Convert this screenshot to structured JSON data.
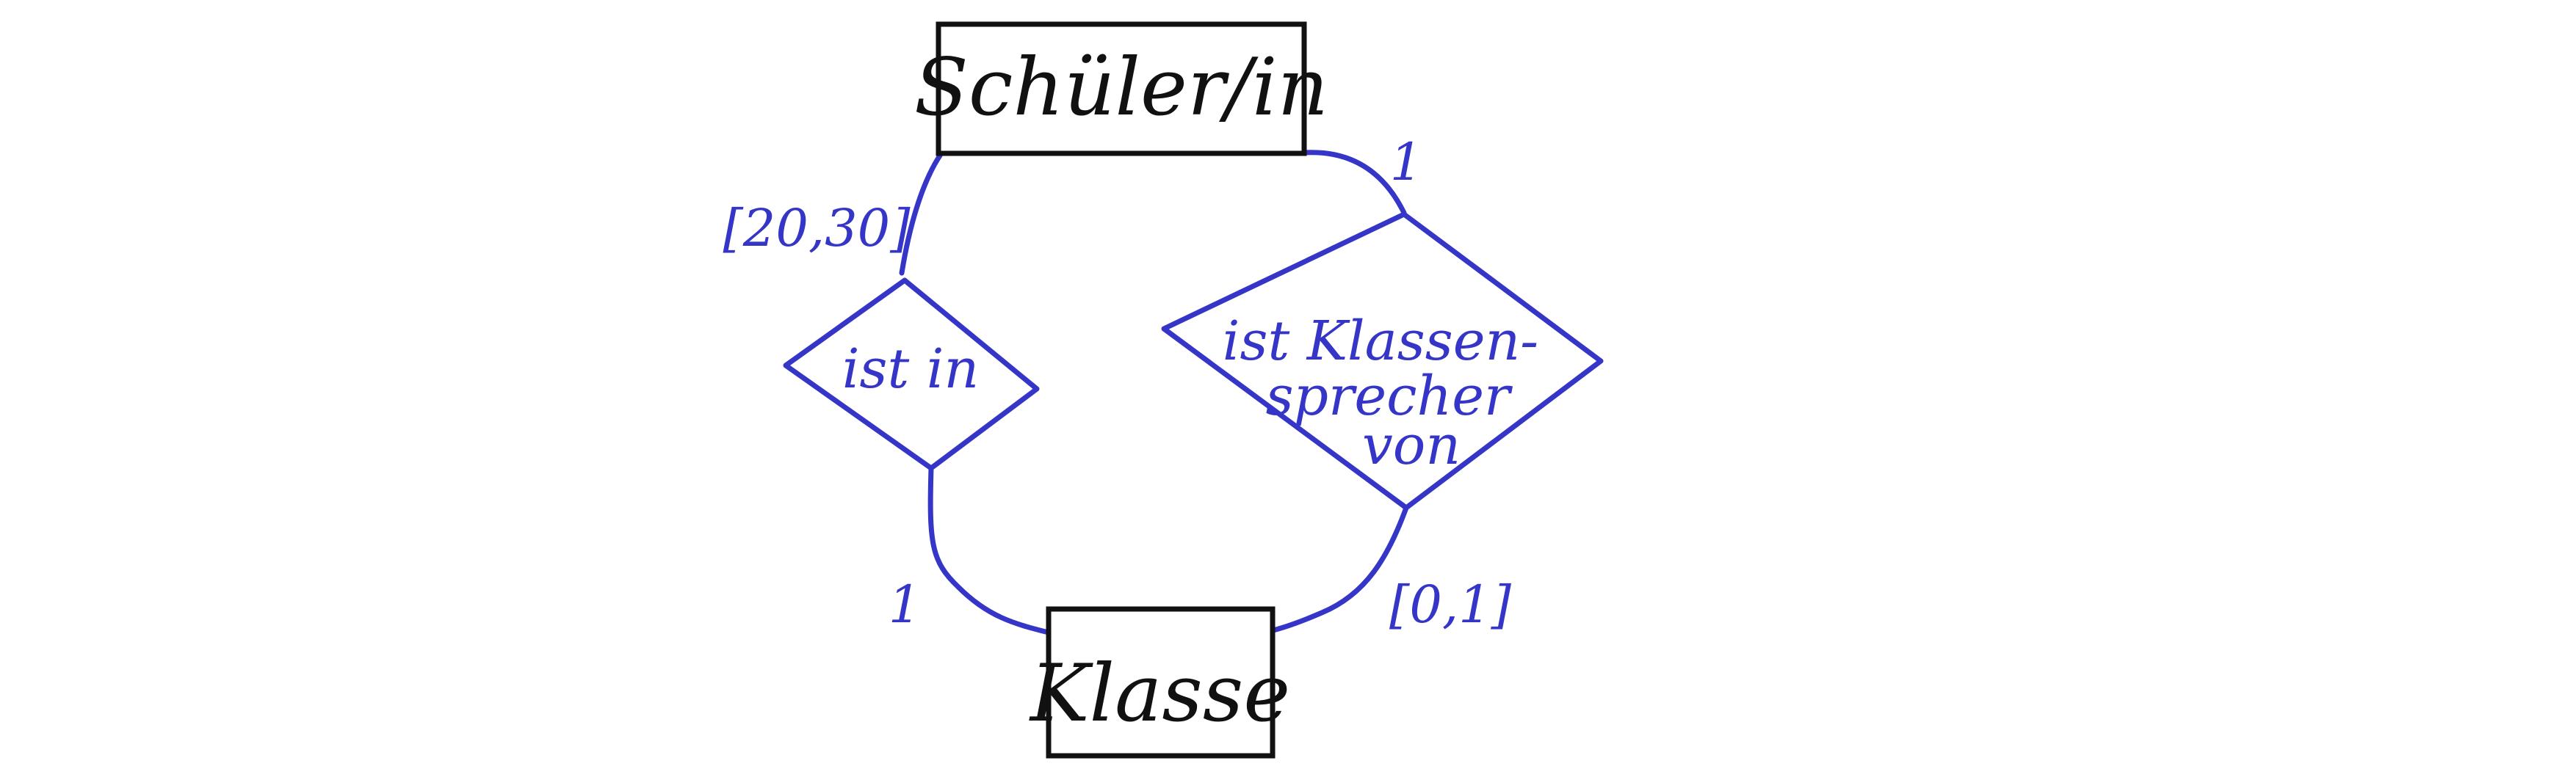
{
  "colors": {
    "ink": "#111111",
    "blue": "#3535c8"
  },
  "entities": {
    "schueler": "Schüler/in",
    "klasse": "Klasse"
  },
  "relationships": {
    "ist_in": "ist in",
    "klassensprecher_line1": "ist Klassen-",
    "klassensprecher_line2": "sprecher",
    "klassensprecher_line3": "von"
  },
  "cardinalities": {
    "schueler_ist_in": "[20,30]",
    "ist_in_klasse": "1",
    "schueler_sprecher": "1",
    "sprecher_klasse": "[0,1]"
  }
}
